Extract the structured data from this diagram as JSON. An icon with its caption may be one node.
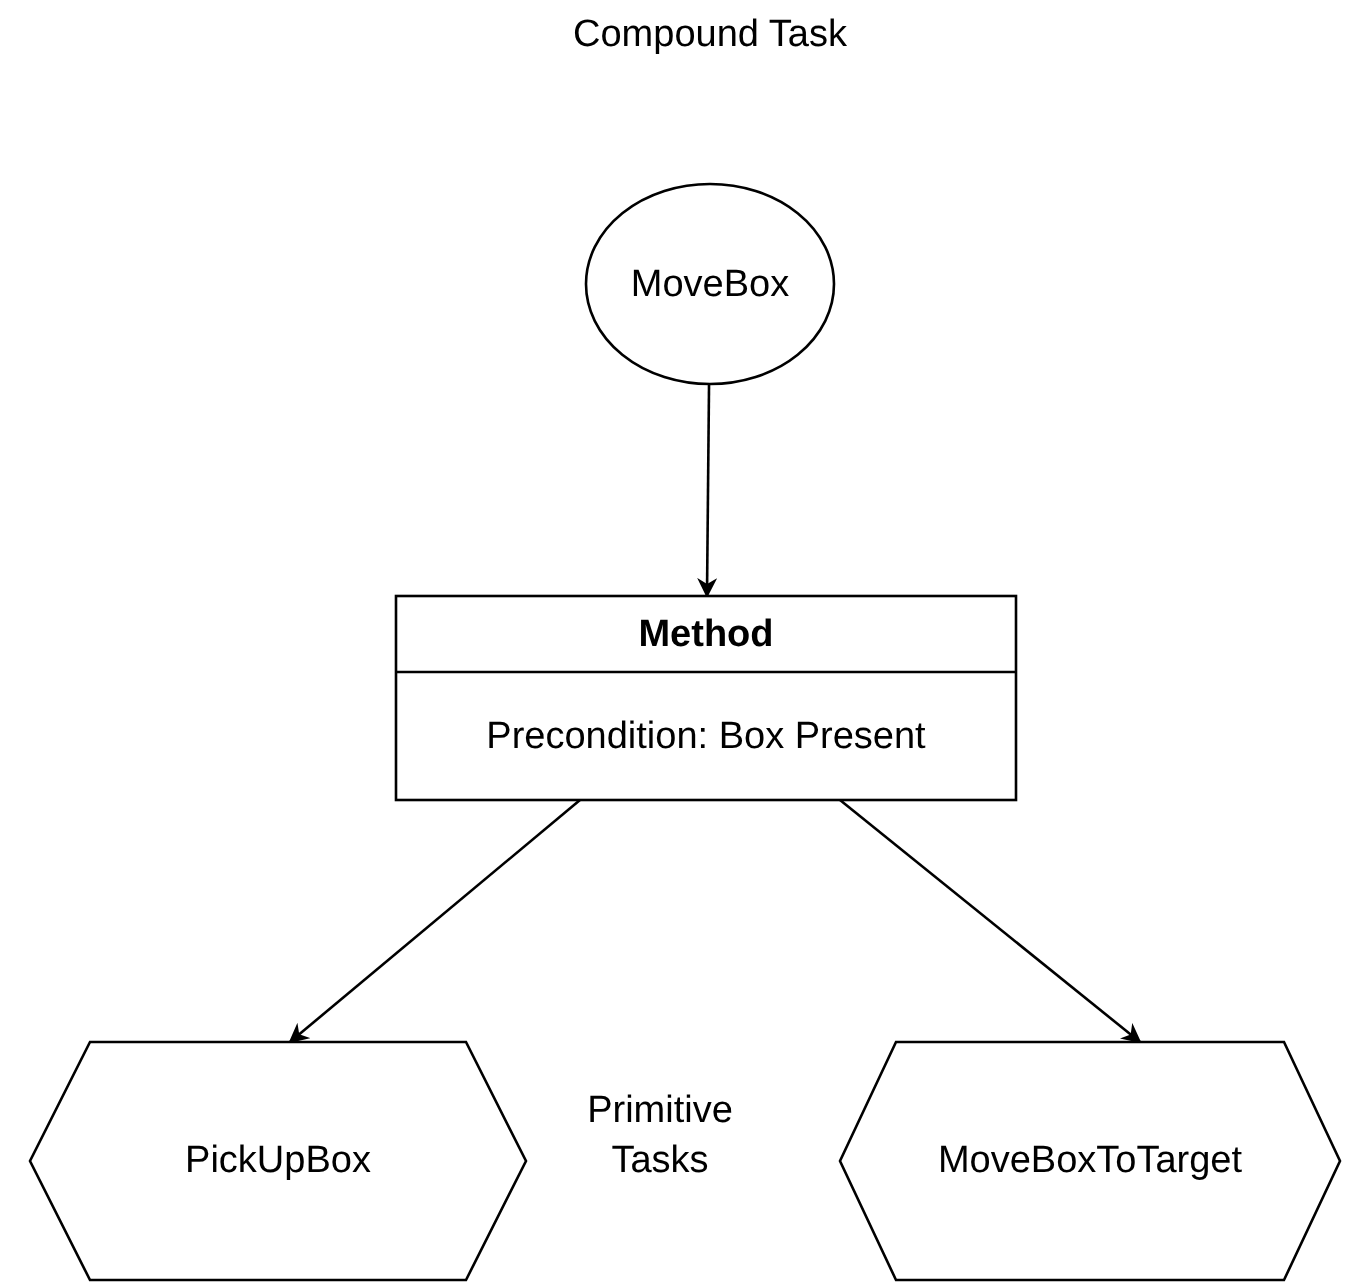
{
  "diagram": {
    "nodes": [
      {
        "text": [
          "MoveBox"
        ],
        "beside": [
          "Compound Task"
        ]
      },
      {
        "text": [
          "Method",
          "Precondition: Box Present"
        ]
      },
      {
        "text": [
          "PickUpBox"
        ]
      },
      {
        "text": [
          "MoveBoxToTarget"
        ]
      }
    ],
    "edges": [
      {
        "from": 0,
        "to": 1,
        "arrow": "to"
      },
      {
        "from": 1,
        "to": 2,
        "arrow": "to"
      },
      {
        "from": 1,
        "to": 3,
        "arrow": "to"
      }
    ],
    "labels": [
      "Primitive Tasks"
    ]
  }
}
